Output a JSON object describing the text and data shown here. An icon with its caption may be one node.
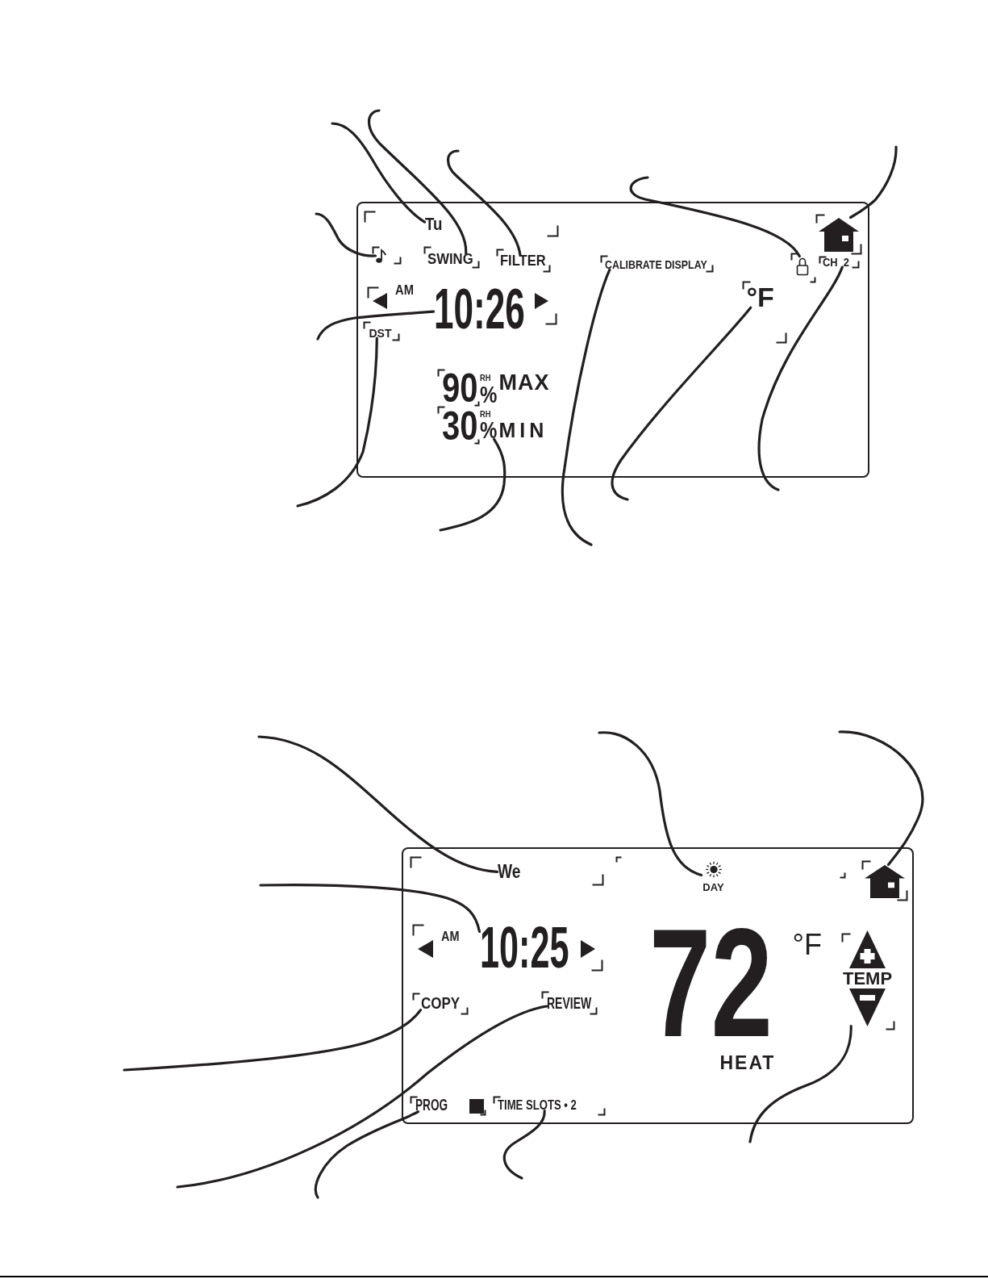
{
  "diagram": {
    "nodes": [
      {
        "text": [
          "AM",
          "90",
          "RH",
          "%",
          "MAX",
          "30",
          "RH",
          "MIN"
        ]
      },
      {
        "text": [
          "Tu"
        ],
        "in": 0
      },
      {
        "text": [],
        "shape": "house",
        "in": 0
      },
      {
        "text": [],
        "shape": "note",
        "in": 0
      },
      {
        "text": [
          "SWING"
        ],
        "in": 0
      },
      {
        "text": [
          "FILTER"
        ],
        "in": 0
      },
      {
        "text": [
          "CALIBRATE DISPLAY"
        ],
        "in": 0
      },
      {
        "text": [],
        "shape": "lock",
        "in": 0
      },
      {
        "text": [
          "CH 2"
        ],
        "in": 0
      },
      {
        "text": [
          "10:26"
        ],
        "in": 0
      },
      {
        "text": [
          "°F"
        ],
        "in": 0
      },
      {
        "text": [
          "DST"
        ],
        "in": 0
      },
      {
        "text": [
          "%"
        ],
        "in": 0
      },
      {
        "text": [
          "AM",
          "72",
          "°F",
          "HEAT"
        ]
      },
      {
        "text": [
          "We"
        ],
        "in": 13
      },
      {
        "text": [
          "DAY"
        ],
        "in": 13
      },
      {
        "text": [],
        "shape": "house",
        "in": 13
      },
      {
        "text": [
          "10:25"
        ],
        "in": 13
      },
      {
        "text": [
          "TEMP"
        ],
        "in": 13
      },
      {
        "text": [
          "COPY"
        ],
        "in": 13
      },
      {
        "text": [
          "REVIEW"
        ],
        "in": 13
      },
      {
        "text": [
          "PROG"
        ],
        "in": 13
      },
      {
        "text": [
          "TIME SLOTS • 2"
        ],
        "in": 13
      }
    ],
    "edges": [
      {
        "from": null,
        "to": 1,
        "arrow": "none"
      },
      {
        "from": null,
        "to": 2,
        "arrow": "none"
      },
      {
        "from": null,
        "to": 3,
        "arrow": "none"
      },
      {
        "from": null,
        "to": 4,
        "arrow": "none"
      },
      {
        "from": null,
        "to": 5,
        "arrow": "none"
      },
      {
        "from": null,
        "to": 6,
        "arrow": "none"
      },
      {
        "from": null,
        "to": 7,
        "arrow": "none"
      },
      {
        "from": null,
        "to": 8,
        "arrow": "none"
      },
      {
        "from": null,
        "to": 9,
        "arrow": "none"
      },
      {
        "from": null,
        "to": 10,
        "arrow": "none"
      },
      {
        "from": null,
        "to": 11,
        "arrow": "none"
      },
      {
        "from": null,
        "to": 12,
        "arrow": "none"
      },
      {
        "from": null,
        "to": 14,
        "arrow": "none"
      },
      {
        "from": null,
        "to": 15,
        "arrow": "none"
      },
      {
        "from": null,
        "to": 16,
        "arrow": "none"
      },
      {
        "from": null,
        "to": 17,
        "arrow": "none"
      },
      {
        "from": null,
        "to": 18,
        "arrow": "none"
      },
      {
        "from": null,
        "to": 19,
        "arrow": "none"
      },
      {
        "from": null,
        "to": 20,
        "arrow": "none"
      },
      {
        "from": null,
        "to": 21,
        "arrow": "none"
      },
      {
        "from": null,
        "to": 22,
        "arrow": "none"
      }
    ]
  }
}
